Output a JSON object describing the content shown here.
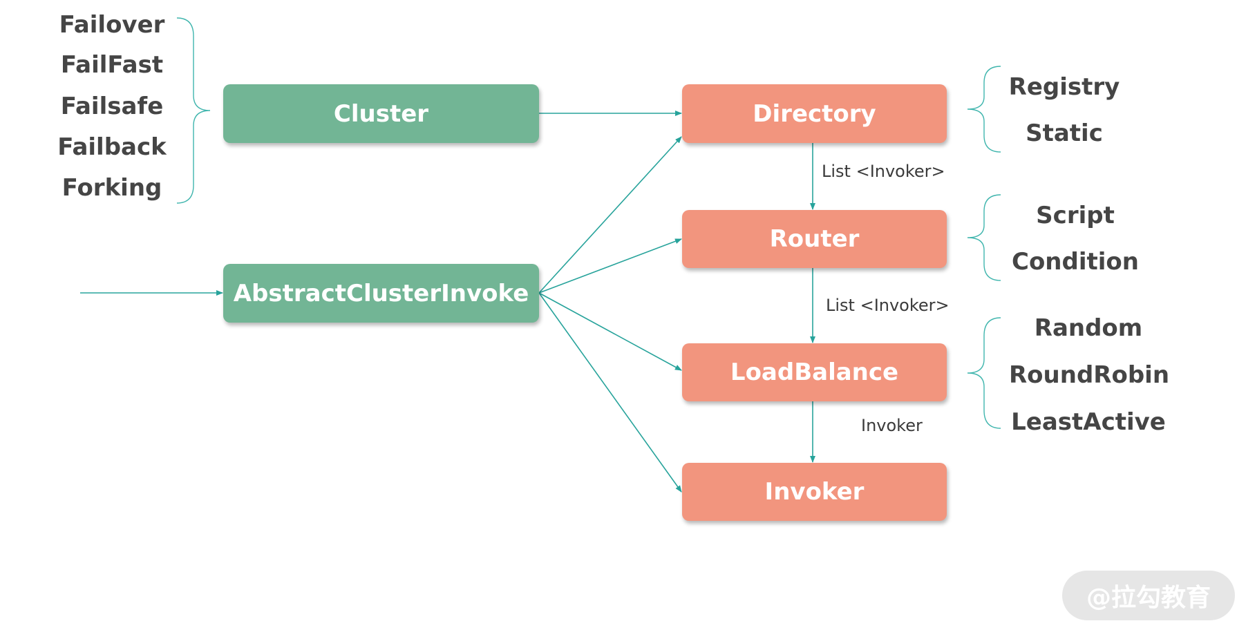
{
  "colors": {
    "green": "#72b595",
    "salmon": "#f2957e",
    "wire": "#27a39b",
    "brace": "#3fb5ad",
    "text": "#454545"
  },
  "nodes": {
    "cluster": "Cluster",
    "abstract_cluster_invoke": "AbstractClusterInvoke",
    "directory": "Directory",
    "router": "Router",
    "load_balance": "LoadBalance",
    "invoker": "Invoker"
  },
  "cluster_strategies": [
    "Failover",
    "FailFast",
    "Failsafe",
    "Failback",
    "Forking"
  ],
  "directory_types": [
    "Registry",
    "Static"
  ],
  "router_types": [
    "Script",
    "Condition"
  ],
  "load_balance_types": [
    "Random",
    "RoundRobin",
    "LeastActive"
  ],
  "edge_labels": {
    "directory_to_router": "List <Invoker>",
    "router_to_load_balance": "List <Invoker>",
    "load_balance_to_invoker": "Invoker"
  },
  "watermark": "@拉勾教育"
}
